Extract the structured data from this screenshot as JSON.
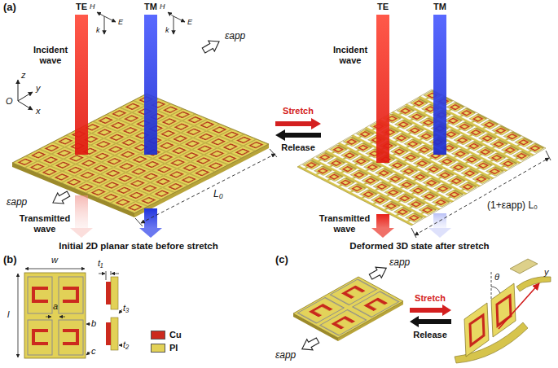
{
  "diagram": {
    "labels": [
      "(a)",
      "TE",
      "H",
      "E",
      "k",
      "TM",
      "H",
      "E",
      "k",
      "Incident wave",
      "εapp",
      "z",
      "y",
      "O",
      "x",
      "εapp",
      "Transmitted wave",
      "L₀",
      "Initial 2D planar state before stretch",
      "Stretch",
      "Release",
      "TE",
      "TM",
      "Incident wave",
      "(1+εapp) L₀",
      "Transmitted wave",
      "Deformed 3D state after stretch",
      "(b)",
      "w",
      "l",
      "a",
      "b",
      "c",
      "t₁",
      "t₃",
      "t₂",
      "(c)",
      "εapp",
      "εapp",
      "Stretch",
      "Release",
      "θ",
      "y"
    ],
    "legend": [
      {
        "text": "Cu",
        "color": "#cc2a1e"
      },
      {
        "text": "PI",
        "color": "#e2d157"
      }
    ]
  }
}
